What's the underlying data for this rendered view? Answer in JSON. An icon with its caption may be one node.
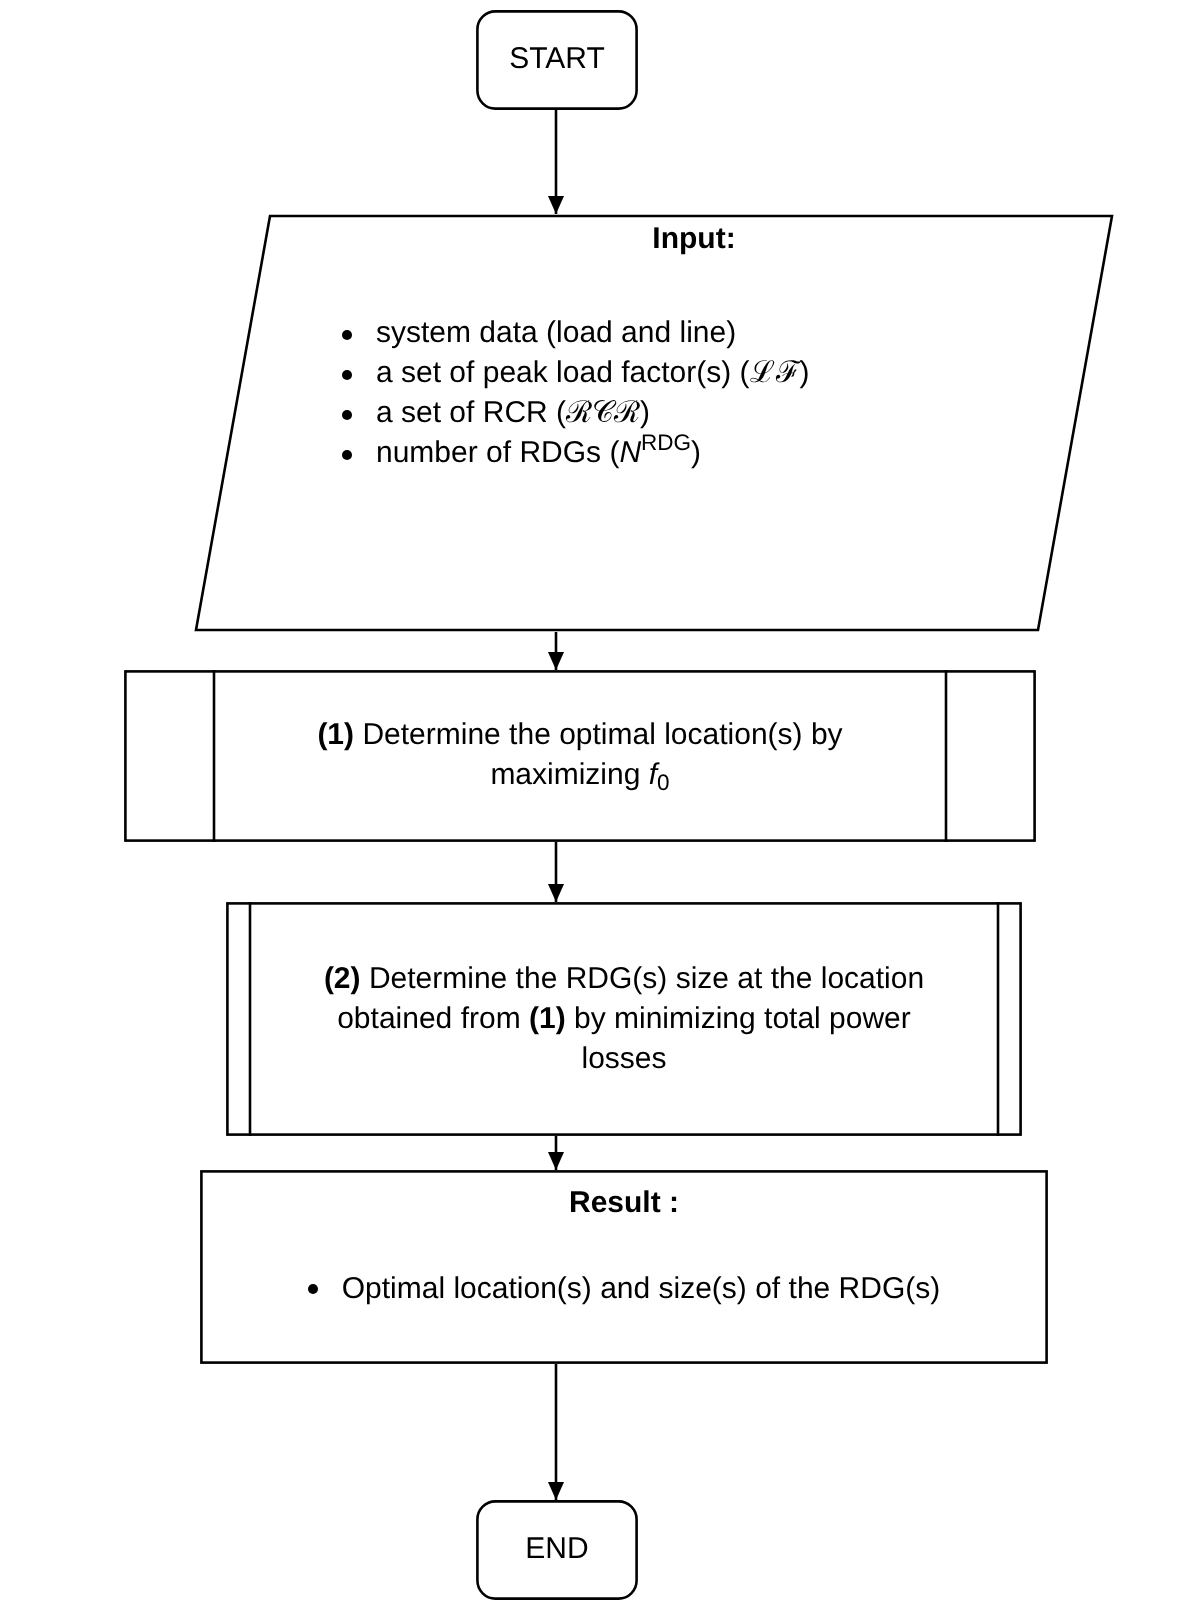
{
  "diagram": {
    "nodes": [
      {
        "text": [
          "START"
        ]
      },
      {
        "text": [
          "Input:",
          "system data (load and line)",
          "a set of peak load factor(s)  (ℒℱ)",
          "a set of RCR  (ℛ𝒞ℛ)",
          "number of RDGs (*N*$^{RDG}$)"
        ]
      },
      {
        "text": [
          "**(1)** Determine the optimal location(s) by maximizing *f*$_{0}$"
        ]
      },
      {
        "text": [
          "**(2)** Determine the RDG(s) size at the location obtained from **(1)** by minimizing total power losses"
        ]
      },
      {
        "text": [
          "Result :",
          "Optimal location(s) and size(s) of the RDG(s)"
        ]
      },
      {
        "text": [
          "END"
        ]
      }
    ],
    "edges": [
      {
        "from": 0,
        "to": 1,
        "arrow": "to"
      },
      {
        "from": 1,
        "to": 2,
        "arrow": "to"
      },
      {
        "from": 2,
        "to": 3,
        "arrow": "to"
      },
      {
        "from": 3,
        "to": 4,
        "arrow": "to"
      },
      {
        "from": 4,
        "to": 5,
        "arrow": "to"
      }
    ]
  }
}
